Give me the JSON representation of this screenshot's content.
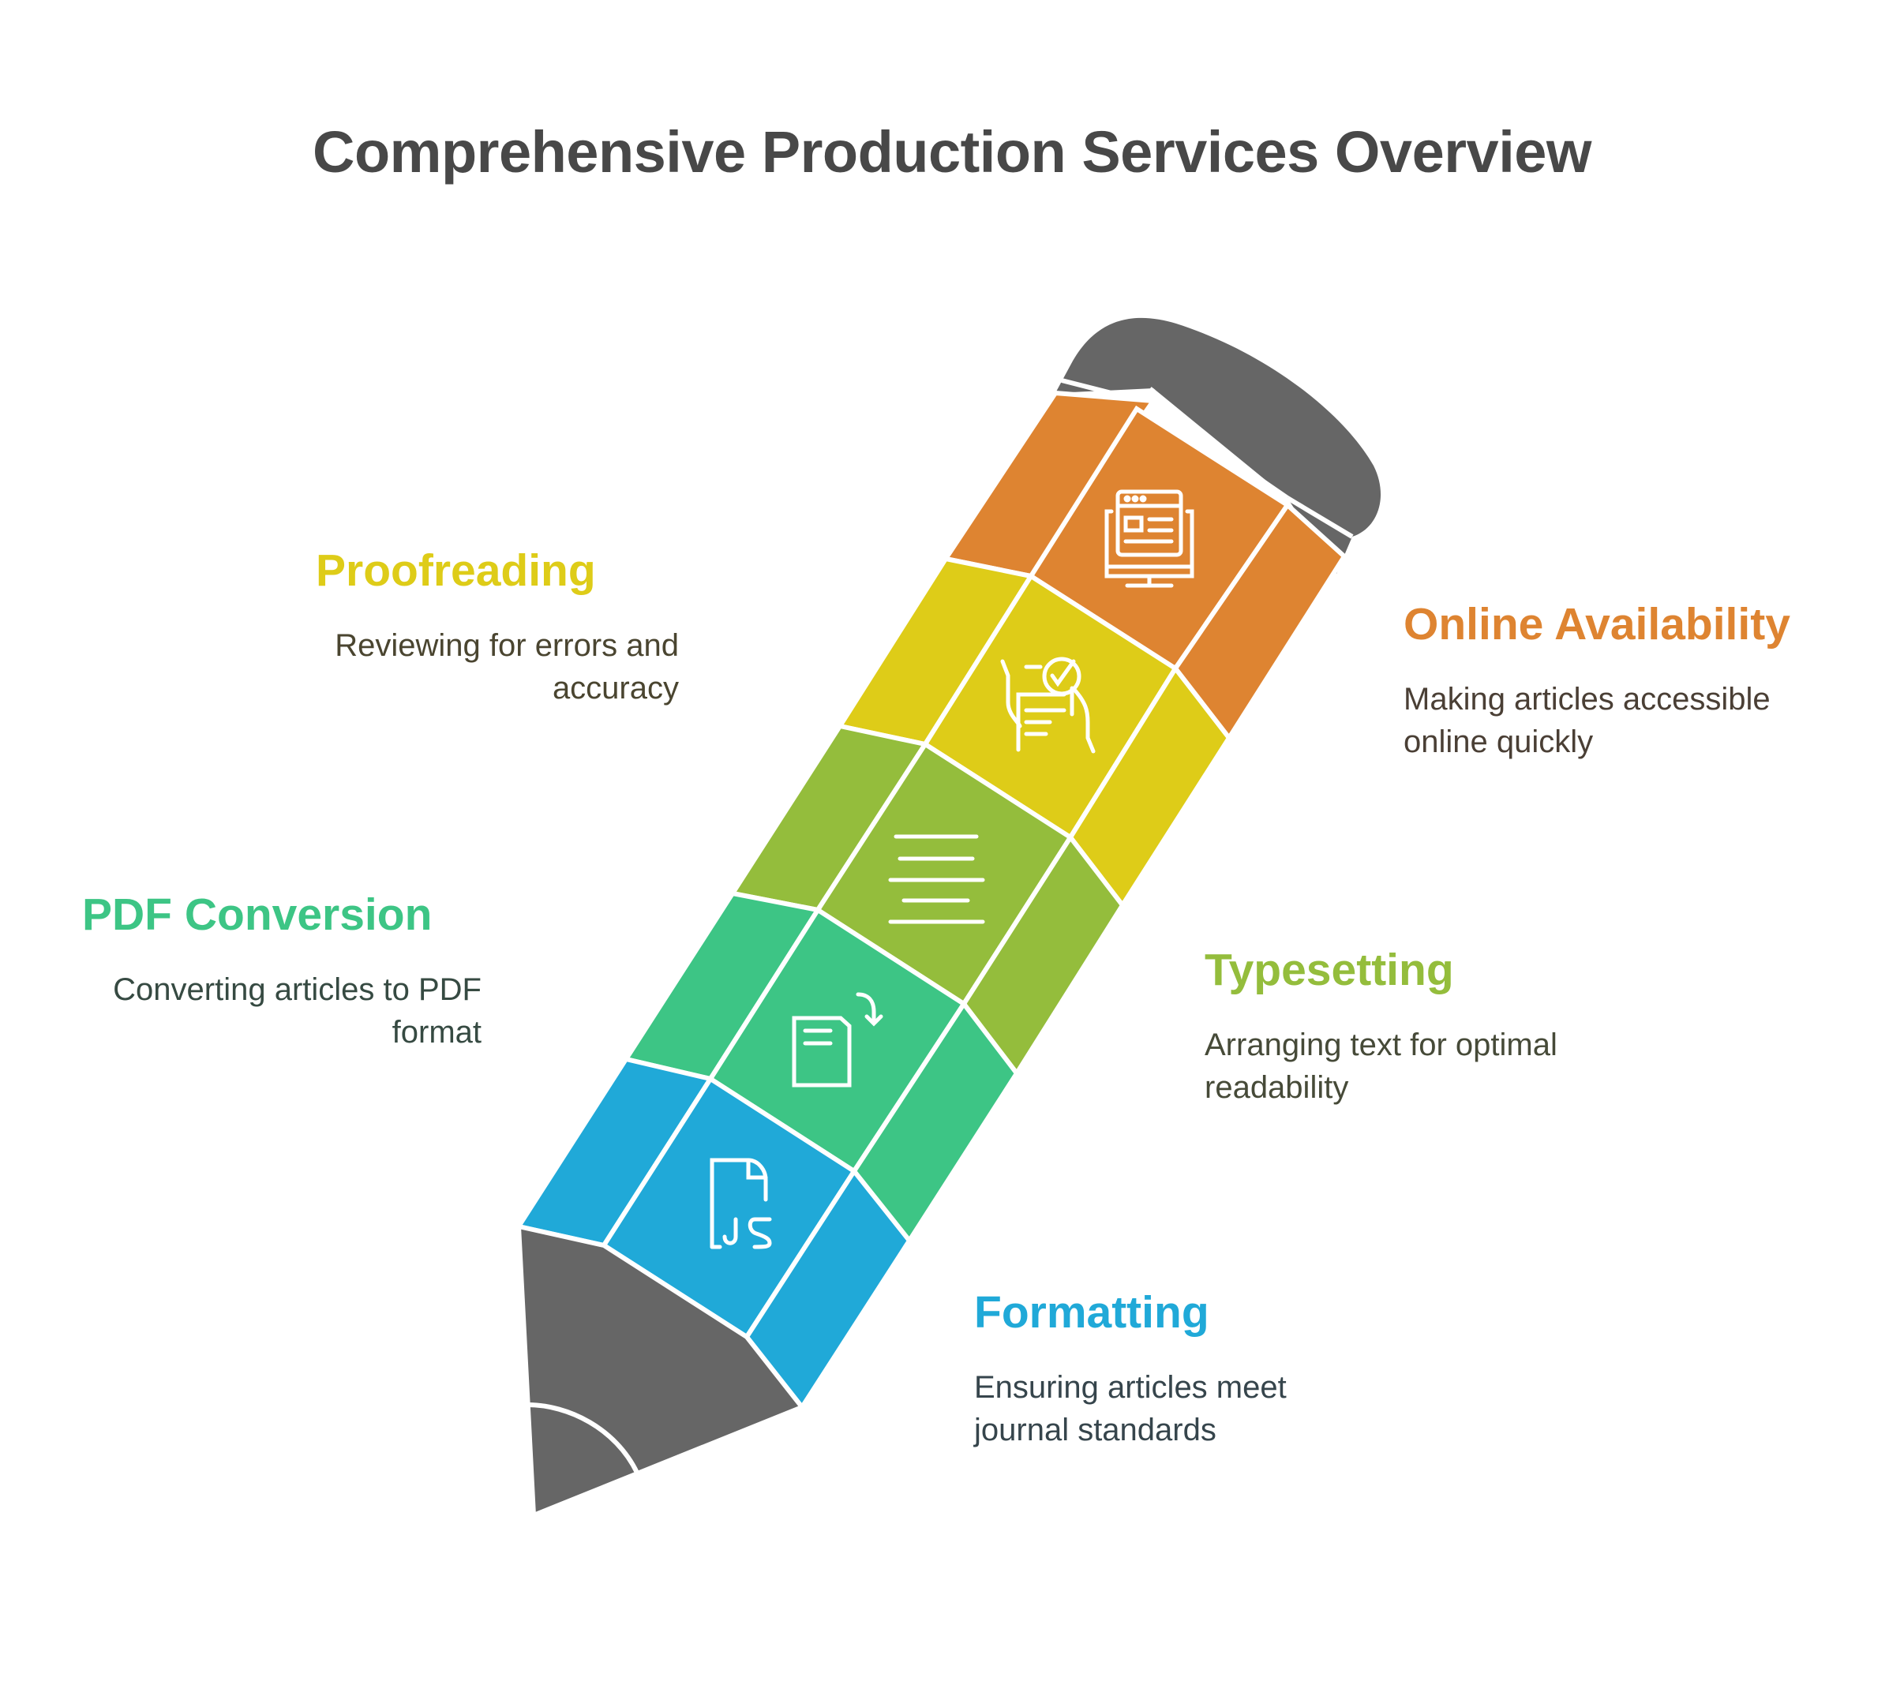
{
  "title": "Comprehensive Production Services Overview",
  "colors": {
    "online_availability": "#DE8431",
    "proofreading": "#DECC18",
    "typesetting": "#94BD3C",
    "pdf_conversion": "#3DC585",
    "formatting": "#20A9D8",
    "pencil_body": "#666666",
    "title": "#484848"
  },
  "items": [
    {
      "heading": "Online Availability",
      "desc_line1": "Making articles accessible",
      "desc_line2": "online quickly",
      "icon": "web-monitor-icon",
      "color": "#DE8431",
      "desc_color": "#4A3F35"
    },
    {
      "heading": "Proofreading",
      "desc_line1": "Reviewing for errors and",
      "desc_line2": "accuracy",
      "icon": "checklist-review-icon",
      "color": "#DECC18",
      "desc_color": "#4A4530"
    },
    {
      "heading": "Typesetting",
      "desc_line1": "Arranging text for optimal",
      "desc_line2": "readability",
      "icon": "text-lines-icon",
      "color": "#94BD3C",
      "desc_color": "#464A38"
    },
    {
      "heading": "PDF Conversion",
      "desc_line1": "Converting articles to PDF",
      "desc_line2": "format",
      "icon": "document-convert-icon",
      "color": "#3DC585",
      "desc_color": "#364A42"
    },
    {
      "heading": "Formatting",
      "desc_line1": "Ensuring articles meet",
      "desc_line2": "journal standards",
      "icon": "js-file-icon",
      "color": "#20A9D8",
      "desc_color": "#36454C"
    }
  ]
}
